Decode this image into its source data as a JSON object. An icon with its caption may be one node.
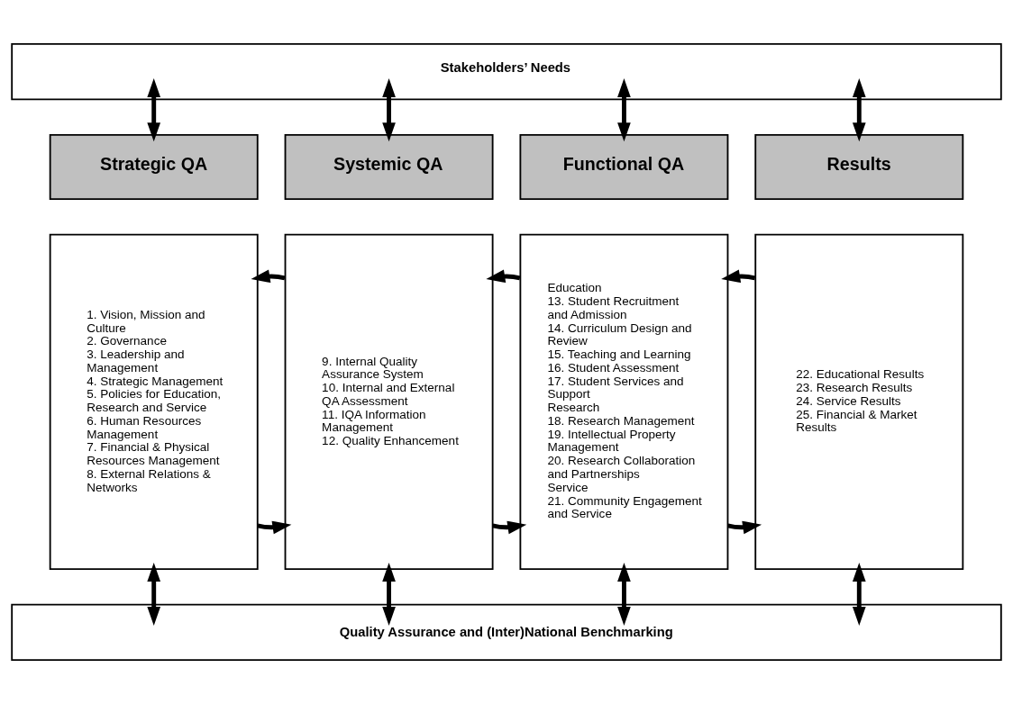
{
  "diagram": {
    "nodes": [
      {
        "text": [
          "Stakeholders’ Needs"
        ]
      },
      {
        "text": [
          "Strategic QA"
        ]
      },
      {
        "text": [
          "1. Vision, Mission and Culture",
          "2. Governance",
          "3. Leadership and Management",
          "4. Strategic Management",
          "5. Policies for Education, Research and Service",
          "6. Human Resources Management",
          "7. Financial & Physical Resources Management",
          "8. External Relations & Networks"
        ]
      },
      {
        "text": [
          "Systemic QA"
        ]
      },
      {
        "text": [
          "9. Internal Quality Assurance System",
          "10. Internal and External QA Assessment",
          "11. IQA Information Management",
          "12. Quality Enhancement"
        ]
      },
      {
        "text": [
          "Functional QA"
        ]
      },
      {
        "text": [
          "Education",
          "13. Student Recruitment and Admission",
          "14. Curriculum Design and Review",
          "15. Teaching and Learning",
          "16. Student Assessment",
          "17. Student Services and Support",
          "Research",
          "18. Research Management",
          "19. Intellectual Property Management",
          "20. Research Collaboration and Partnerships",
          "Service",
          "21. Community Engagement and Service"
        ]
      },
      {
        "text": [
          "Results"
        ]
      },
      {
        "text": [
          "22. Educational Results",
          "23. Research Results",
          "24. Service Results",
          "25. Financial & Market Results"
        ]
      },
      {
        "text": [
          "Quality Assurance and (Inter)National Benchmarking"
        ]
      }
    ],
    "edges": [
      {
        "from": 0,
        "to": 1,
        "arrow": "both"
      },
      {
        "from": 0,
        "to": 3,
        "arrow": "both"
      },
      {
        "from": 0,
        "to": 5,
        "arrow": "both"
      },
      {
        "from": 0,
        "to": 7,
        "arrow": "both"
      },
      {
        "from": 2,
        "to": 4,
        "arrow": "to"
      },
      {
        "from": 4,
        "to": 6,
        "arrow": "to"
      },
      {
        "from": 6,
        "to": 8,
        "arrow": "to"
      },
      {
        "from": 4,
        "to": 2,
        "arrow": "to"
      },
      {
        "from": 6,
        "to": 4,
        "arrow": "to"
      },
      {
        "from": 8,
        "to": 6,
        "arrow": "to"
      },
      {
        "from": 2,
        "to": 9,
        "arrow": "both"
      },
      {
        "from": 4,
        "to": 9,
        "arrow": "both"
      },
      {
        "from": 6,
        "to": 9,
        "arrow": "both"
      },
      {
        "from": 8,
        "to": 9,
        "arrow": "both"
      }
    ]
  }
}
